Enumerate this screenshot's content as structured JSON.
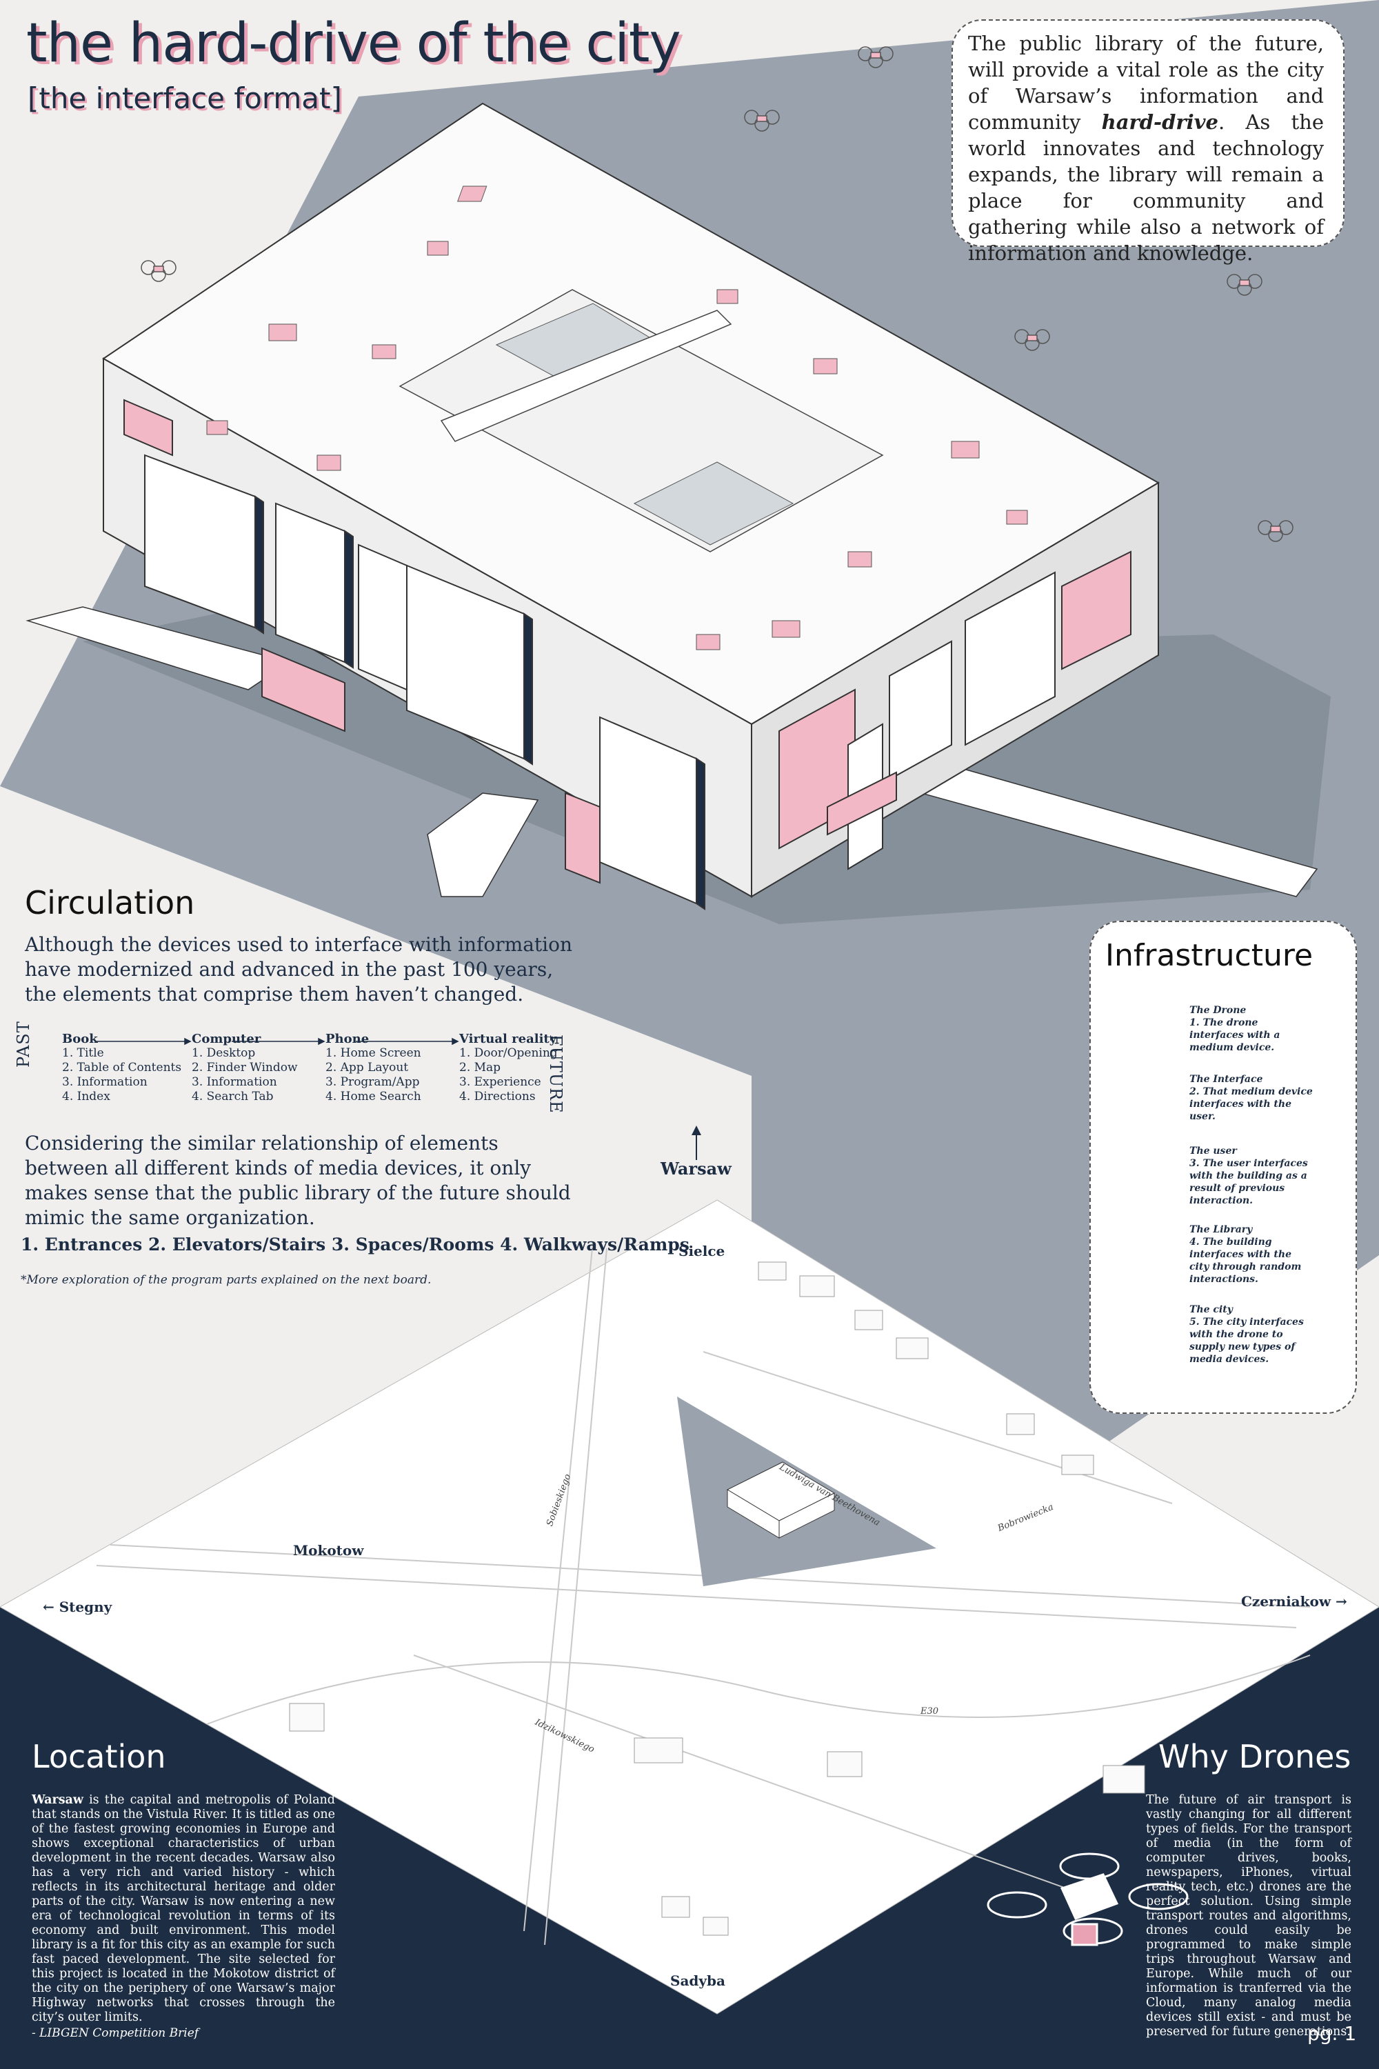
{
  "header": {
    "title": "the hard-drive of the city",
    "subtitle": "[the interface format]"
  },
  "intro": {
    "text_before": "The public library of the future, will provide a vital role as the city of Warsaw’s information and community ",
    "emphasis": "hard-drive",
    "text_after": ". As the world innovates and technology expands, the library will remain a place for community and gathering while also a network of information and knowledge."
  },
  "circulation": {
    "title": "Circulation",
    "paragraph1": "Although the devices used to interface with information have modernized and advanced in the past 100 years, the elements that comprise them  haven’t changed.",
    "past_label": "PAST",
    "future_label": "FUTURE",
    "columns": [
      {
        "heading": "Book",
        "items": [
          "1. Title",
          "2. Table of Contents",
          "3. Information",
          "4. Index"
        ]
      },
      {
        "heading": "Computer",
        "items": [
          "1. Desktop",
          "2. Finder Window",
          "3. Information",
          "4. Search Tab"
        ]
      },
      {
        "heading": "Phone",
        "items": [
          "1. Home Screen",
          "2. App Layout",
          "3. Program/App",
          "4. Home Search"
        ]
      },
      {
        "heading": "Virtual reality",
        "items": [
          "1. Door/Opening",
          "2. Map",
          "3. Experience",
          "4. Directions"
        ]
      }
    ],
    "paragraph2": "Considering the similar relationship of elements between all different kinds of media devices, it only makes sense that the public library of the future should mimic the same organization.",
    "elements": "1. Entrances 2. Elevators/Stairs  3. Spaces/Rooms 4. Walkways/Ramps",
    "note": "*More exploration of the program parts explained on the next board."
  },
  "infrastructure": {
    "title": "Infrastructure",
    "steps": [
      {
        "name": "The Drone",
        "desc": "1. The drone interfaces with a medium device."
      },
      {
        "name": "The Interface",
        "desc": "2. That medium device interfaces with the user."
      },
      {
        "name": "The user",
        "desc": "3. The user interfaces with the building as a result of previous interaction."
      },
      {
        "name": "The Library",
        "desc": "4. The building interfaces with the city through random interactions."
      },
      {
        "name": "The city",
        "desc": "5. The city interfaces with the drone to supply new types of media devices."
      }
    ]
  },
  "map": {
    "north_label": "Warsaw",
    "places": {
      "sielce": "Sielce",
      "mokotow": "Mokotow",
      "stegny": "Stegny",
      "czerniakow": "Czerniakow",
      "sadyba": "Sadyba"
    },
    "streets": {
      "beethovena": "Ludwiga van Beethovena",
      "sobieskiego": "Sobieskiego",
      "bobrowiecka": "Bobrowiecka",
      "idzikowskiego": "Idzikowskiego",
      "e30": "E30"
    }
  },
  "location": {
    "title": "Location",
    "lead": "Warsaw",
    "text": " is the capital and metropolis of Poland that stands on the Vistula River. It is titled as one of the fastest growing economies in Europe and shows exceptional characteristics of urban development in the recent decades. Warsaw also has a very rich and varied history - which reflects in its architectural heritage and older parts of the city. Warsaw is now entering a new era of technological revolution in terms of its economy and built environment. This model library is a fit for this city as an example for such fast paced development. The site selected for this project is located in the Mokotow district of the city on the periphery of one Warsaw’s major Highway networks that crosses through the city’s outer limits.",
    "citation": "- LIBGEN Competition Brief"
  },
  "why_drones": {
    "title": "Why Drones",
    "text": "The future of air transport is vastly changing for all different types of fields. For the transport of media (in the form of computer drives, books, newspapers, iPhones, virtual reality tech, etc.) drones are the perfect solution. Using simple transport routes and algorithms, drones could easily be programmed to make simple trips throughout Warsaw and Europe. While much of our information is tranferred via the Cloud, many analog media devices still exist - and must be preserved for future generations."
  },
  "footer": {
    "page": "pg. 1"
  },
  "colors": {
    "navy": "#1d2d44",
    "pink": "#e8a2b4",
    "gray": "#9aa3ad",
    "paper": "#f0efed"
  }
}
